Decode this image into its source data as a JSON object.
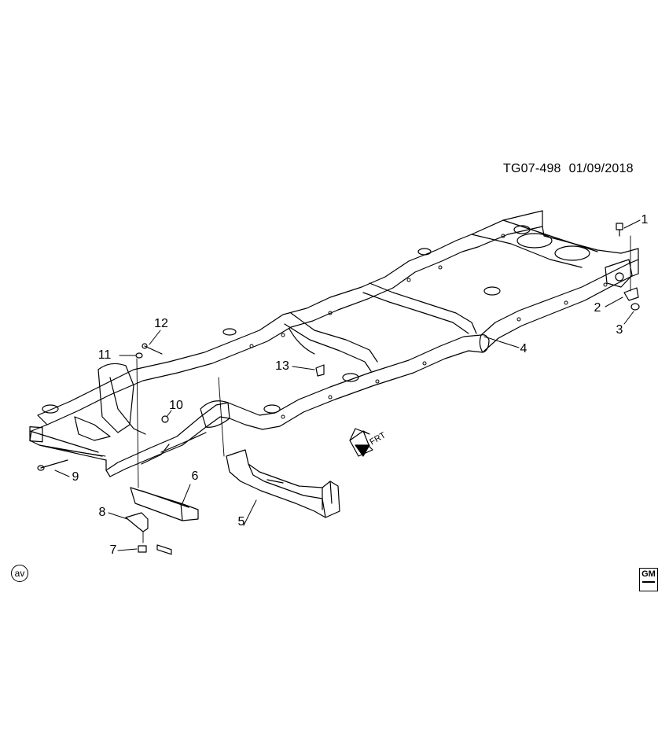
{
  "diagram": {
    "illustration_id": "TG07-498",
    "date": "01/09/2018",
    "callouts": [
      {
        "number": "1"
      },
      {
        "number": "2"
      },
      {
        "number": "3"
      },
      {
        "number": "4"
      },
      {
        "number": "5"
      },
      {
        "number": "6"
      },
      {
        "number": "7"
      },
      {
        "number": "8"
      },
      {
        "number": "9"
      },
      {
        "number": "10"
      },
      {
        "number": "11"
      },
      {
        "number": "12"
      },
      {
        "number": "13"
      }
    ],
    "direction_label": "FRT",
    "corner_badge": "av",
    "logo": {
      "text": "GM"
    }
  }
}
